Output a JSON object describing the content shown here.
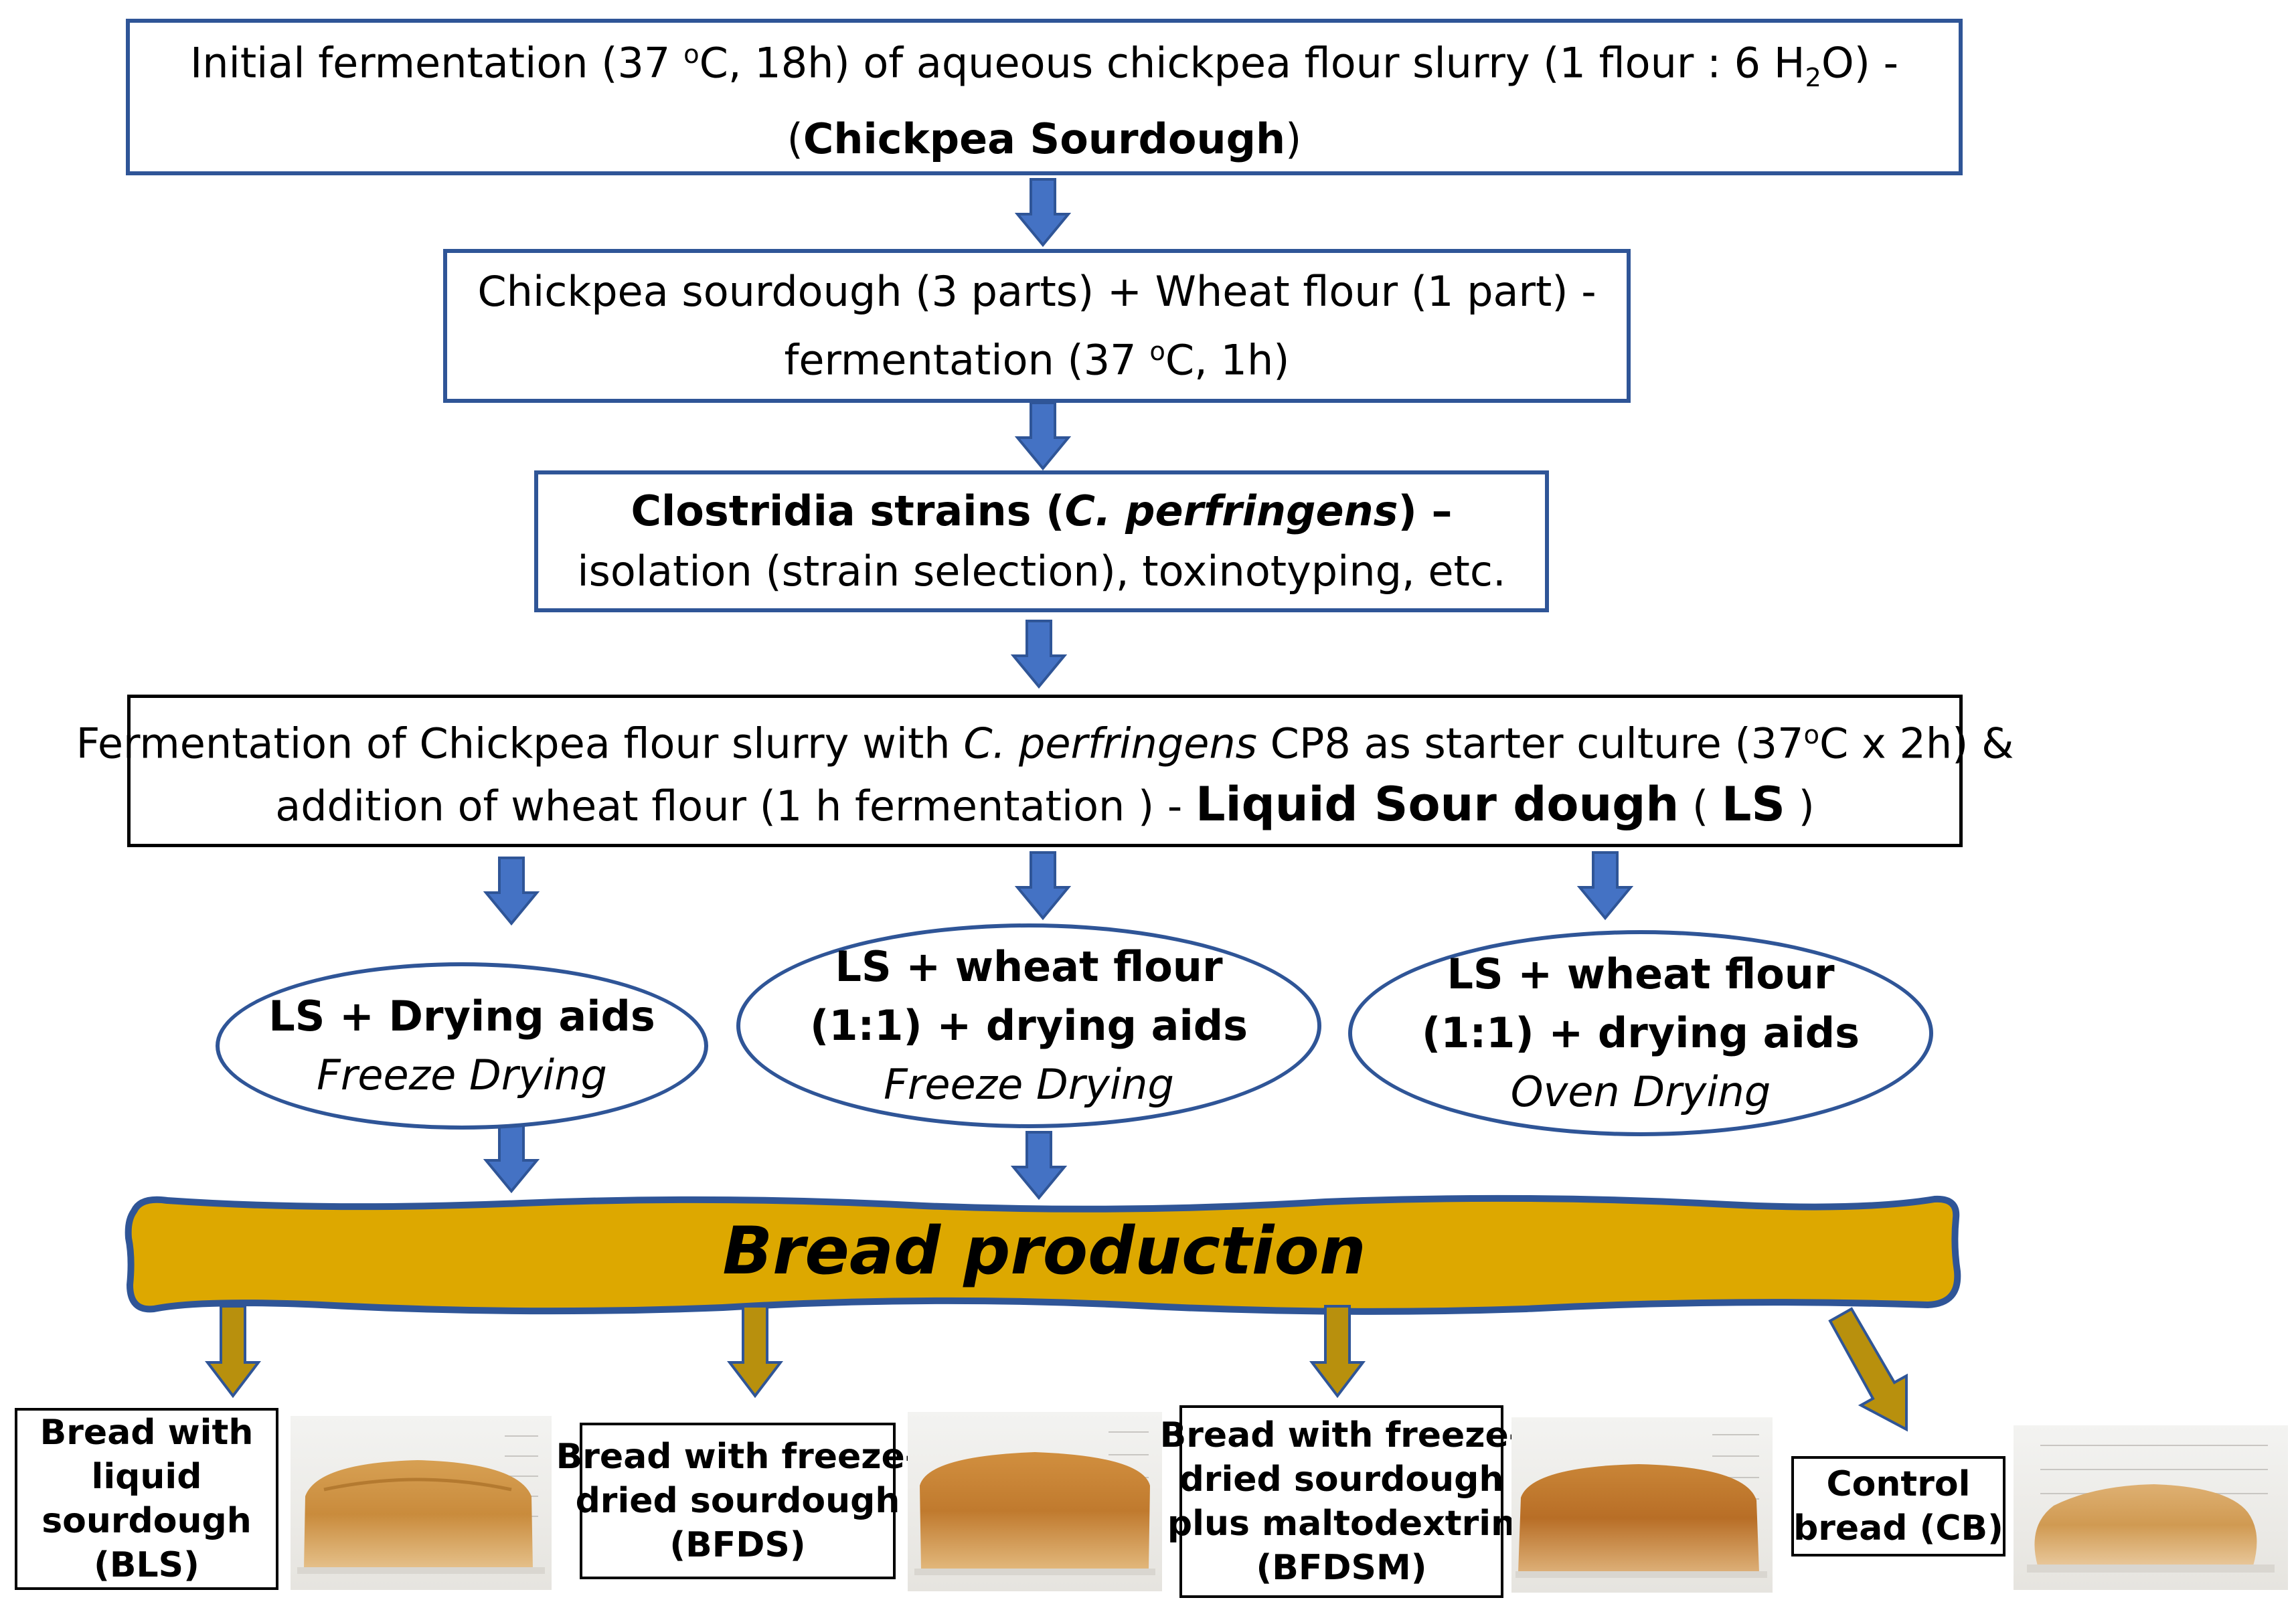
{
  "steps": {
    "s1": {
      "pre": "Initial fermentation (37 ",
      "sup": "o",
      "mid": "C, 18h) of aqueous chickpea flour slurry (1 flour : 6 H",
      "sub": "2",
      "post": "O)  -",
      "line2_open": "(",
      "line2_bold": "Chickpea Sourdough",
      "line2_close": ")"
    },
    "s2": {
      "line1": "Chickpea sourdough (3 parts) + Wheat flour (1 part)  -",
      "line2_pre": "fermentation (37 ",
      "sup": "o",
      "line2_post": "C, 1h)"
    },
    "s3": {
      "bold_pre": "Clostridia strains (",
      "italic": "C. perfringens",
      "bold_post": ")  –",
      "line2": "isolation (strain selection), toxinotyping, etc."
    },
    "s4": {
      "pre": "Fermentation of Chickpea flour slurry with ",
      "italic": "C. perfringens",
      "mid": " CP8 as starter culture (37",
      "sup": "o",
      "post": "C x 2h) &",
      "line2_pre": "addition of wheat flour (1 h fermentation ) - ",
      "line2_bold": "Liquid Sour dough",
      "line2_mid": " ( ",
      "line2_bold2": "LS",
      "line2_post": " )"
    }
  },
  "options": [
    {
      "line1": "LS + Drying aids",
      "method": "Freeze Drying"
    },
    {
      "line1": "LS + wheat flour",
      "line2": "(1:1)  +  drying aids",
      "method": "Freeze Drying"
    },
    {
      "line1": "LS + wheat flour",
      "line2": "(1:1)  +  drying aids",
      "method": "Oven Drying"
    }
  ],
  "banner": {
    "label": "Bread production",
    "fill": "#dda800",
    "border": "#2f5597"
  },
  "products": [
    {
      "lines": [
        "Bread with",
        "liquid",
        "sourdough",
        "(BLS)"
      ]
    },
    {
      "lines": [
        "Bread with freeze-",
        "dried sourdough",
        "(BFDS)"
      ]
    },
    {
      "lines": [
        "Bread with freeze-",
        "dried sourdough",
        "plus maltodextrin",
        "(BFDSM)"
      ]
    },
    {
      "lines": [
        "Control",
        "bread (CB)"
      ]
    }
  ],
  "colors": {
    "flow_arrow": "#4472c4",
    "product_arrow": "#b8900d",
    "box_border": "#2f5597"
  }
}
